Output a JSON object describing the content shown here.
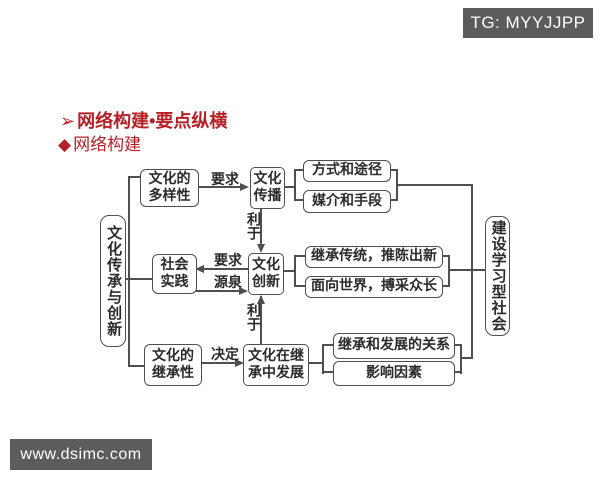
{
  "watermarks": {
    "top_right": "TG: MYYJJPP",
    "bottom_left": "www.dsimc.com"
  },
  "headings": {
    "section": {
      "bullet": "➢",
      "text": "网络构建•要点纵横"
    },
    "subsection": {
      "bullet": "◆",
      "text": "网络构建"
    }
  },
  "colors": {
    "accent_red": "#b52126",
    "line": "#4f4f4f",
    "watermark_bg": "#5c5c5c"
  },
  "diagram": {
    "nodes": {
      "root": "文化传承与创新",
      "diversity": "文化的\n多样性",
      "practice": "社会\n实践",
      "inheritance": "文化的\n继承性",
      "spread": "文化\n传播",
      "innovation": "文化\n创新",
      "develop": "文化在继\n承中发展",
      "ways": "方式和途径",
      "media": "媒介和手段",
      "tradition": "继承传统，推陈出新",
      "world": "面向世界，搏采众长",
      "relation": "继承和发展的关系",
      "factors": "影响因素",
      "goal": "建设学习型社会"
    },
    "edges": [
      {
        "from": "文化的多样性",
        "to": "文化传播",
        "label": "要求"
      },
      {
        "from": "文化传播",
        "to": "文化创新",
        "label": "利于"
      },
      {
        "from": "文化创新",
        "to": "社会实践",
        "label": "要求"
      },
      {
        "from": "社会实践",
        "to": "文化创新",
        "label": "源泉"
      },
      {
        "from": "文化在继承中发展",
        "to": "文化创新",
        "label": "利于"
      },
      {
        "from": "文化的继承性",
        "to": "文化在继承中发展",
        "label": "决定"
      }
    ]
  }
}
